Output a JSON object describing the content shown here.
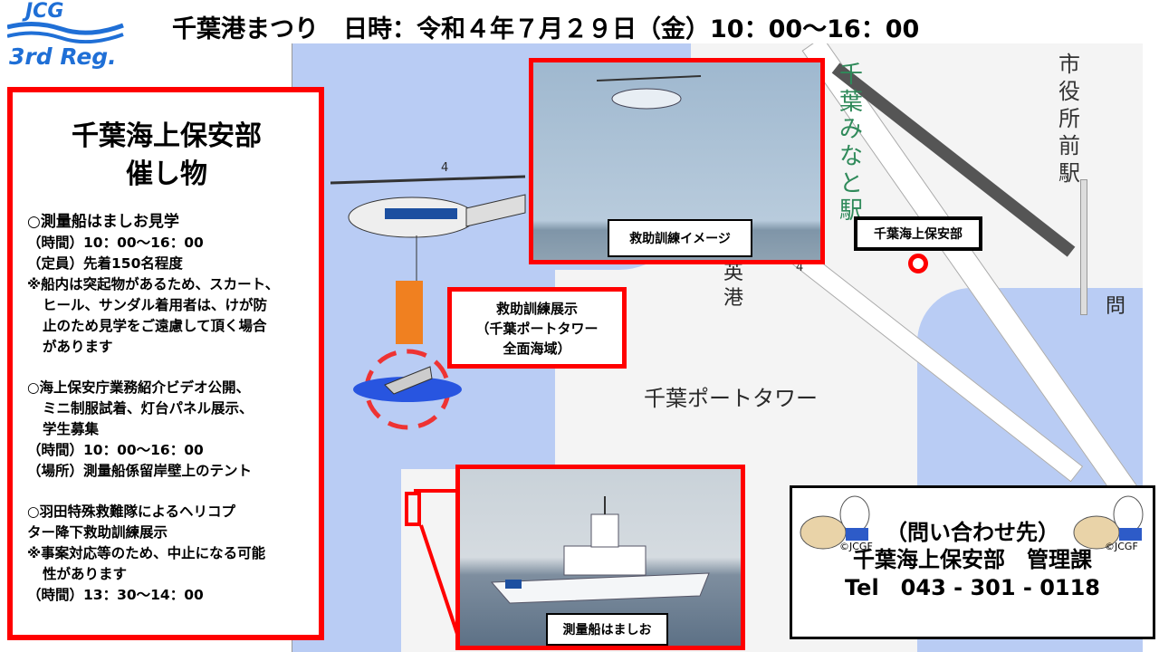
{
  "logo": {
    "top": "JCG",
    "bottom": "3rd Reg."
  },
  "title": "千葉港まつり　日時：令和４年７月２９日（金）10：00〜16：00",
  "panel": {
    "heading": [
      "千葉海上保安部",
      "催し物"
    ],
    "lines": [
      {
        "t": "○測量船はましお見学",
        "ind": false,
        "big": true
      },
      {
        "t": "（時間）10：00〜16：00",
        "ind": false
      },
      {
        "t": "（定員）先着150名程度",
        "ind": false
      },
      {
        "t": "※船内は突起物があるため、スカート、",
        "ind": false
      },
      {
        "t": "ヒール、サンダル着用者は、けが防",
        "ind": true
      },
      {
        "t": "止のため見学をご遠慮して頂く場合",
        "ind": true
      },
      {
        "t": "があります",
        "ind": true
      },
      {
        "t": "",
        "gap": true
      },
      {
        "t": "○海上保安庁業務紹介ビデオ公開、",
        "ind": false
      },
      {
        "t": "ミニ制服試着、灯台パネル展示、",
        "ind": true
      },
      {
        "t": "学生募集",
        "ind": true
      },
      {
        "t": "（時間）10：00〜16：00",
        "ind": false
      },
      {
        "t": "（場所）測量船係留岸壁上のテント",
        "ind": false
      },
      {
        "t": "",
        "gap": true
      },
      {
        "t": "○羽田特殊救難隊によるヘリコプ",
        "ind": false
      },
      {
        "t": "ター降下救助訓練展示",
        "ind": false
      },
      {
        "t": "※事案対応等のため、中止になる可能",
        "ind": false
      },
      {
        "t": "性があります",
        "ind": true
      },
      {
        "t": "（時間）13：30〜14：00",
        "ind": false
      }
    ]
  },
  "photo1_label": "救助訓練イメージ",
  "photo2_label": "測量船はましお",
  "office_label": "千葉海上保安部",
  "callout": [
    "救助訓練展示",
    "（千葉ポートタワー",
    "全面海域）"
  ],
  "map_labels": {
    "station1": "千葉みなと駅",
    "station2": "市役所前駅",
    "tower": "千葉ポートタワー",
    "port": "英港",
    "elev1": "4",
    "elev2": "4",
    "other": "問"
  },
  "contact": {
    "heading": "（問い合わせ先）",
    "dept": "千葉海上保安部　管理課",
    "tel": "Tel　043 - 301 - 0118",
    "copyright": "©JCGF"
  }
}
